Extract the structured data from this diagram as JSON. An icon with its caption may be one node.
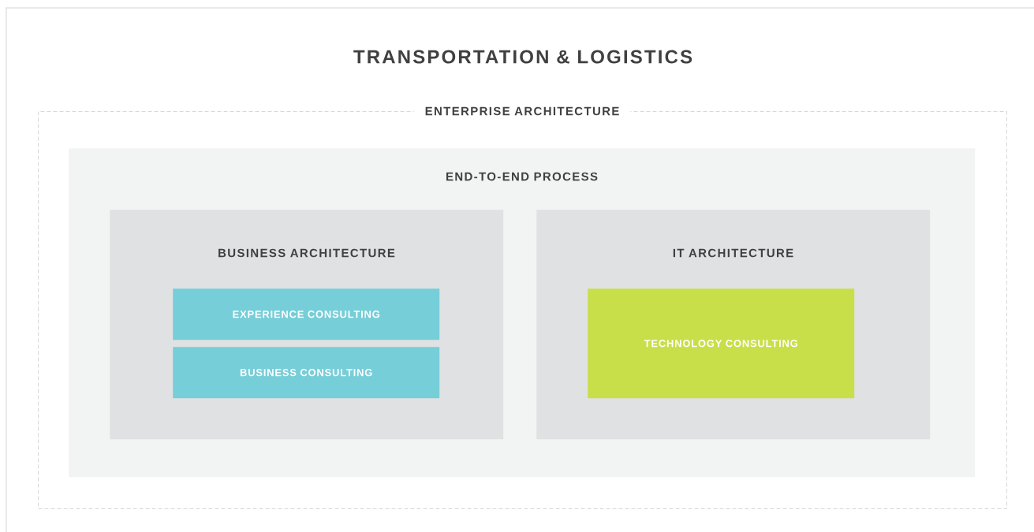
{
  "diagram": {
    "title": "TRANSPORTATION & LOGISTICS",
    "nodes": [
      {
        "text": [
          "ENTERPRISE ARCHITECTURE"
        ]
      },
      {
        "text": [
          "END-TO-END PROCESS"
        ],
        "in": 0
      },
      {
        "text": [
          "BUSINESS ARCHITECTURE"
        ],
        "in": 1
      },
      {
        "text": [
          "EXPERIENCE CONSULTING"
        ],
        "in": 2
      },
      {
        "text": [
          "BUSINESS CONSULTING"
        ],
        "in": 2
      },
      {
        "text": [
          "IT ARCHITECTURE"
        ],
        "in": 1
      },
      {
        "text": [
          "TECHNOLOGY CONSULTING"
        ],
        "in": 5
      }
    ]
  }
}
